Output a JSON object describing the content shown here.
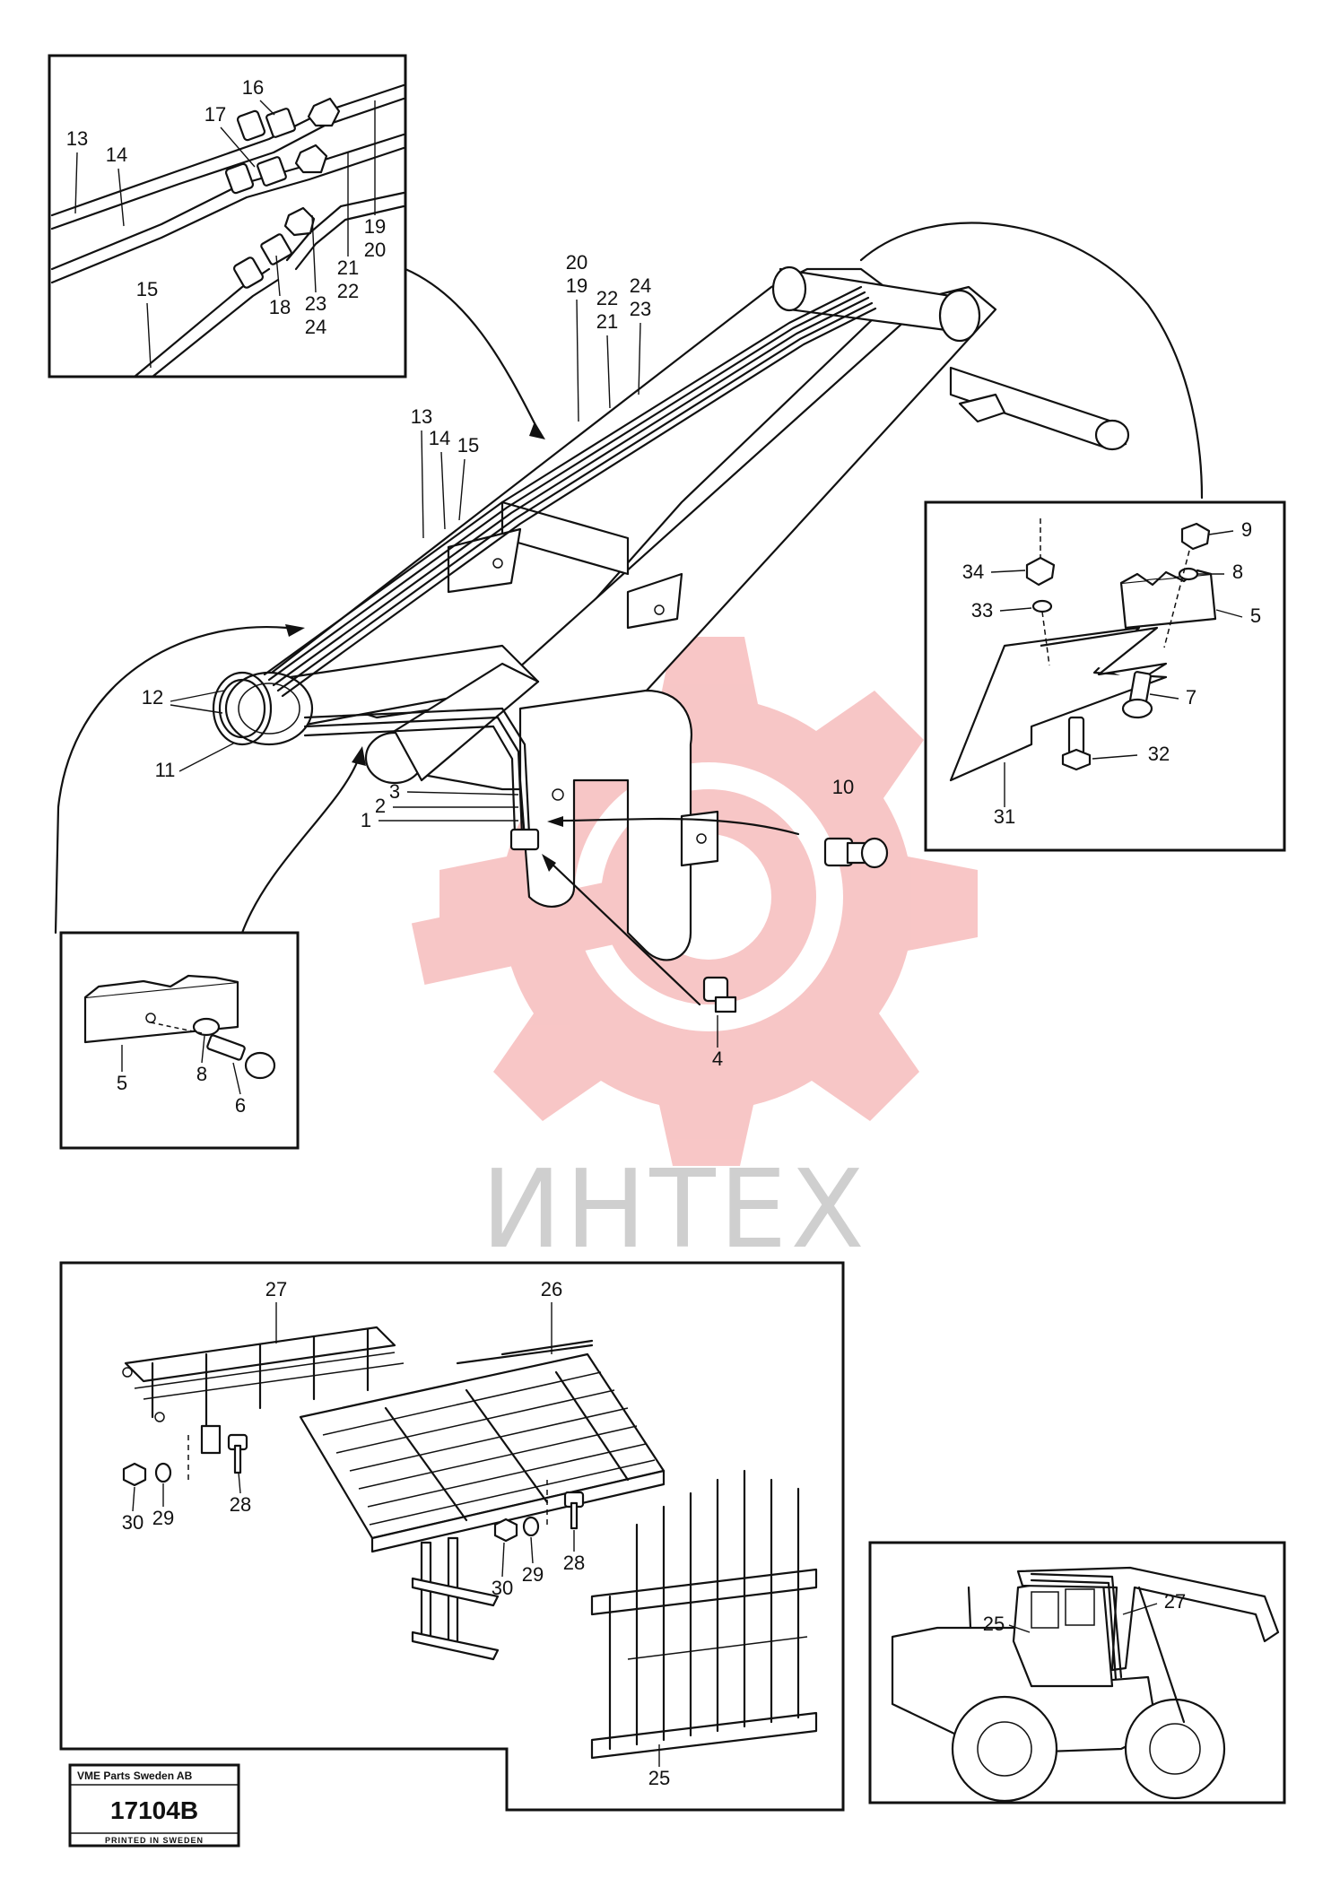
{
  "watermark": {
    "text": "ИНТЕХ",
    "gear_color": "#f5b3b3",
    "text_color": "#cfcfcf"
  },
  "title_block": {
    "company": "VME Parts Sweden AB",
    "drawing_number": "17104B",
    "printed": "PRINTED IN SWEDEN"
  },
  "callouts": {
    "inset_top_left": [
      "13",
      "14",
      "15",
      "16",
      "17",
      "18",
      "19",
      "20",
      "21",
      "22",
      "23",
      "24"
    ],
    "main_boom": [
      "20",
      "19",
      "22",
      "21",
      "24",
      "23",
      "13",
      "14",
      "15",
      "12",
      "11",
      "3",
      "2",
      "1",
      "10",
      "4"
    ],
    "inset_right": [
      "9",
      "8",
      "34",
      "33",
      "5",
      "7",
      "32",
      "31"
    ],
    "inset_small_bracket": [
      "5",
      "8",
      "6"
    ],
    "inset_guards": [
      "27",
      "26",
      "28",
      "30",
      "29",
      "28",
      "30",
      "29",
      "25"
    ],
    "inset_machine": [
      "27",
      "25"
    ]
  }
}
